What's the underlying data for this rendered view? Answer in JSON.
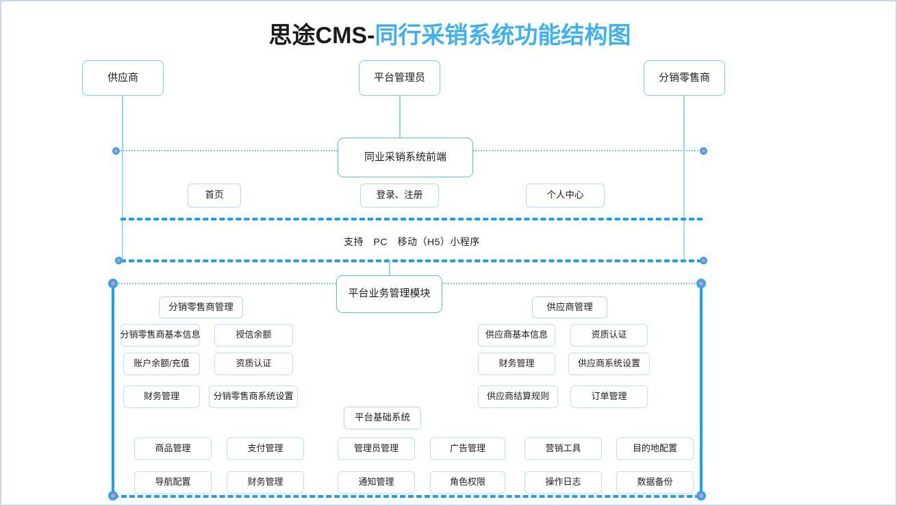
{
  "title": {
    "dark": "思途CMS-",
    "blue": "同行采销系统功能结构图"
  },
  "colors": {
    "accent_blue": "#18a0f5",
    "light_blue": "#78cbf5",
    "title_blue": "#3cb0f3",
    "title_dark": "#1a1a1a",
    "marker_center": "#f58aa8",
    "canvas_border": "#c9d2ee"
  },
  "roles": [
    {
      "label": "供应商"
    },
    {
      "label": "平台管理员"
    },
    {
      "label": "分销零售商"
    }
  ],
  "frontend": {
    "hub": "同业采销系统前端",
    "modules": [
      {
        "label": "首页"
      },
      {
        "label": "登录、注册"
      },
      {
        "label": "个人中心"
      }
    ],
    "support_text": "支持　PC　移动（H5）小程序"
  },
  "platform": {
    "hub": "平台业务管理模块",
    "groups": [
      {
        "name": "distributor",
        "title": "分销零售商管理",
        "items": [
          "分销零售商基本信息",
          "授信余额",
          "账户余额/充值",
          "资质认证",
          "财务管理",
          "分销零售商系统设置"
        ]
      },
      {
        "name": "supplier",
        "title": "供应商管理",
        "items": [
          "供应商基本信息",
          "资质认证",
          "财务管理",
          "供应商系统设置",
          "供应商结算规则",
          "订单管理"
        ]
      }
    ],
    "base_system": {
      "title": "平台基础系统",
      "items": [
        "商品管理",
        "支付管理",
        "管理员管理",
        "广告管理",
        "营销工具",
        "目的地配置",
        "导航配置",
        "财务管理",
        "通知管理",
        "角色权限",
        "操作日志",
        "数据备份"
      ]
    }
  }
}
